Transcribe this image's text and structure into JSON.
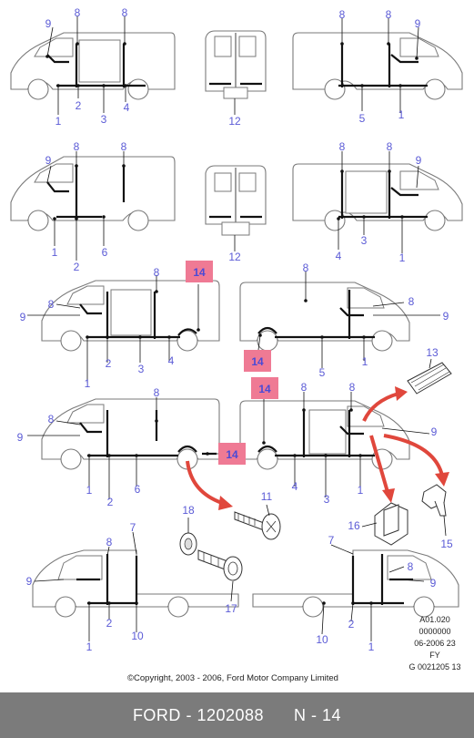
{
  "callouts": {
    "c1": "1",
    "c2": "2",
    "c3": "3",
    "c4": "4",
    "c5": "5",
    "c6": "6",
    "c7": "7",
    "c8": "8",
    "c9": "9",
    "c10": "10",
    "c11": "11",
    "c12": "12",
    "c13": "13",
    "c14": "14",
    "c15": "15",
    "c16": "16",
    "c17": "17",
    "c18": "18"
  },
  "reference": {
    "line1": "A01.020",
    "line2": "0000000",
    "line3": "06-2006 23",
    "line4": "FY",
    "line5": "G 0021205 13"
  },
  "copyright": "©Copyright, 2003 - 2006, Ford Motor Company Limited",
  "footer": {
    "brand": "FORD",
    "separator": " - ",
    "part_number": "1202088",
    "page": "N - 14"
  },
  "colors": {
    "callout": "#5b5bd6",
    "highlight": "#ef7a94",
    "arrow": "#e0473c",
    "footer_bg": "#7b7b7b"
  }
}
